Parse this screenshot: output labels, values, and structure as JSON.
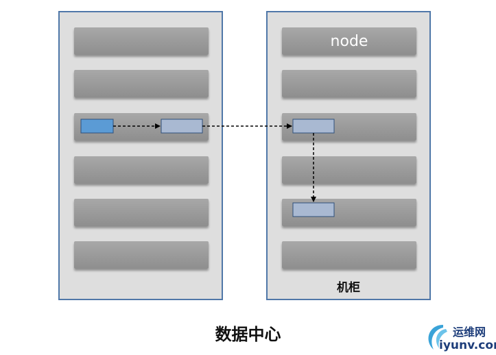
{
  "node_label": "node",
  "rack_label": "机柜",
  "caption": "数据中心",
  "logo": {
    "text_cn": "运维网",
    "text_en": "iyunv.com"
  },
  "colors": {
    "rack_border": "#4f77a8",
    "rack_fill": "#dedede",
    "slot_fill": "#9a9a9a",
    "source_block": "#5b9bd5",
    "target_block": "#a9b9d2",
    "arrow": "#000000"
  }
}
